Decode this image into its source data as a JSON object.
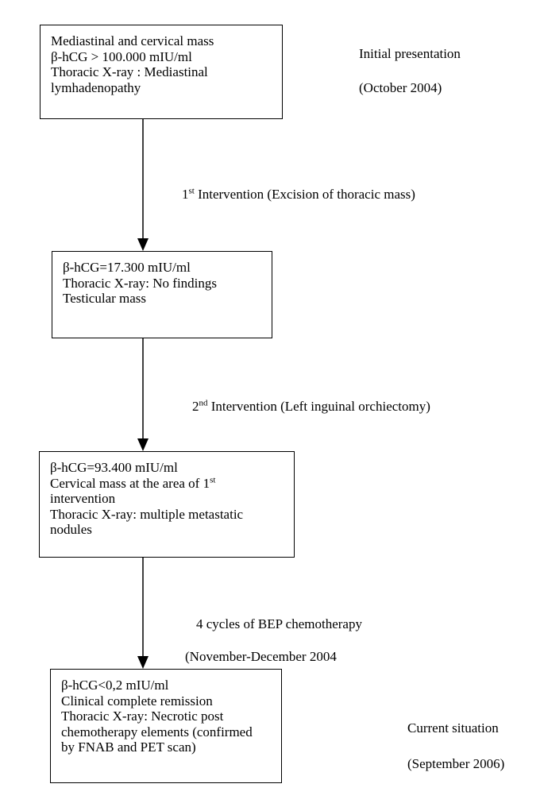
{
  "boxes": {
    "presentation": [
      "Mediastinal and cervical mass",
      "β-hCG > 100.000 mIU/ml",
      "Thoracic X-ray : Mediastinal",
      "lymhadenopathy"
    ],
    "after_first": [
      "β-hCG=17.300 mIU/ml",
      "Thoracic X-ray: No findings",
      "Testicular mass"
    ],
    "after_second": {
      "line1": "β-hCG=93.400 mIU/ml",
      "line2_text": "Cervical mass at the area of 1",
      "line2_sup": "st",
      "line3": "intervention",
      "line4": "Thoracic X-ray: multiple metastatic",
      "line5": "nodules"
    },
    "current": [
      "β-hCG<0,2 mIU/ml",
      "Clinical complete remission",
      "Thoracic X-ray: Necrotic post",
      "chemotherapy elements (confirmed",
      "by FNAB and PET scan)"
    ]
  },
  "side_labels": {
    "initial_title": "Initial presentation",
    "initial_date": "(October 2004)",
    "current_title": "Current situation",
    "current_date": "(September 2006)"
  },
  "interventions": {
    "first": {
      "num": "1",
      "sup": "st",
      "text": " Intervention (Excision of thoracic mass)"
    },
    "second": {
      "num": "2",
      "sup": "nd",
      "text": " Intervention (Left inguinal orchiectomy)"
    },
    "chemo_line1": "4 cycles of BEP chemotherapy",
    "chemo_line2": "(November-December 2004"
  }
}
